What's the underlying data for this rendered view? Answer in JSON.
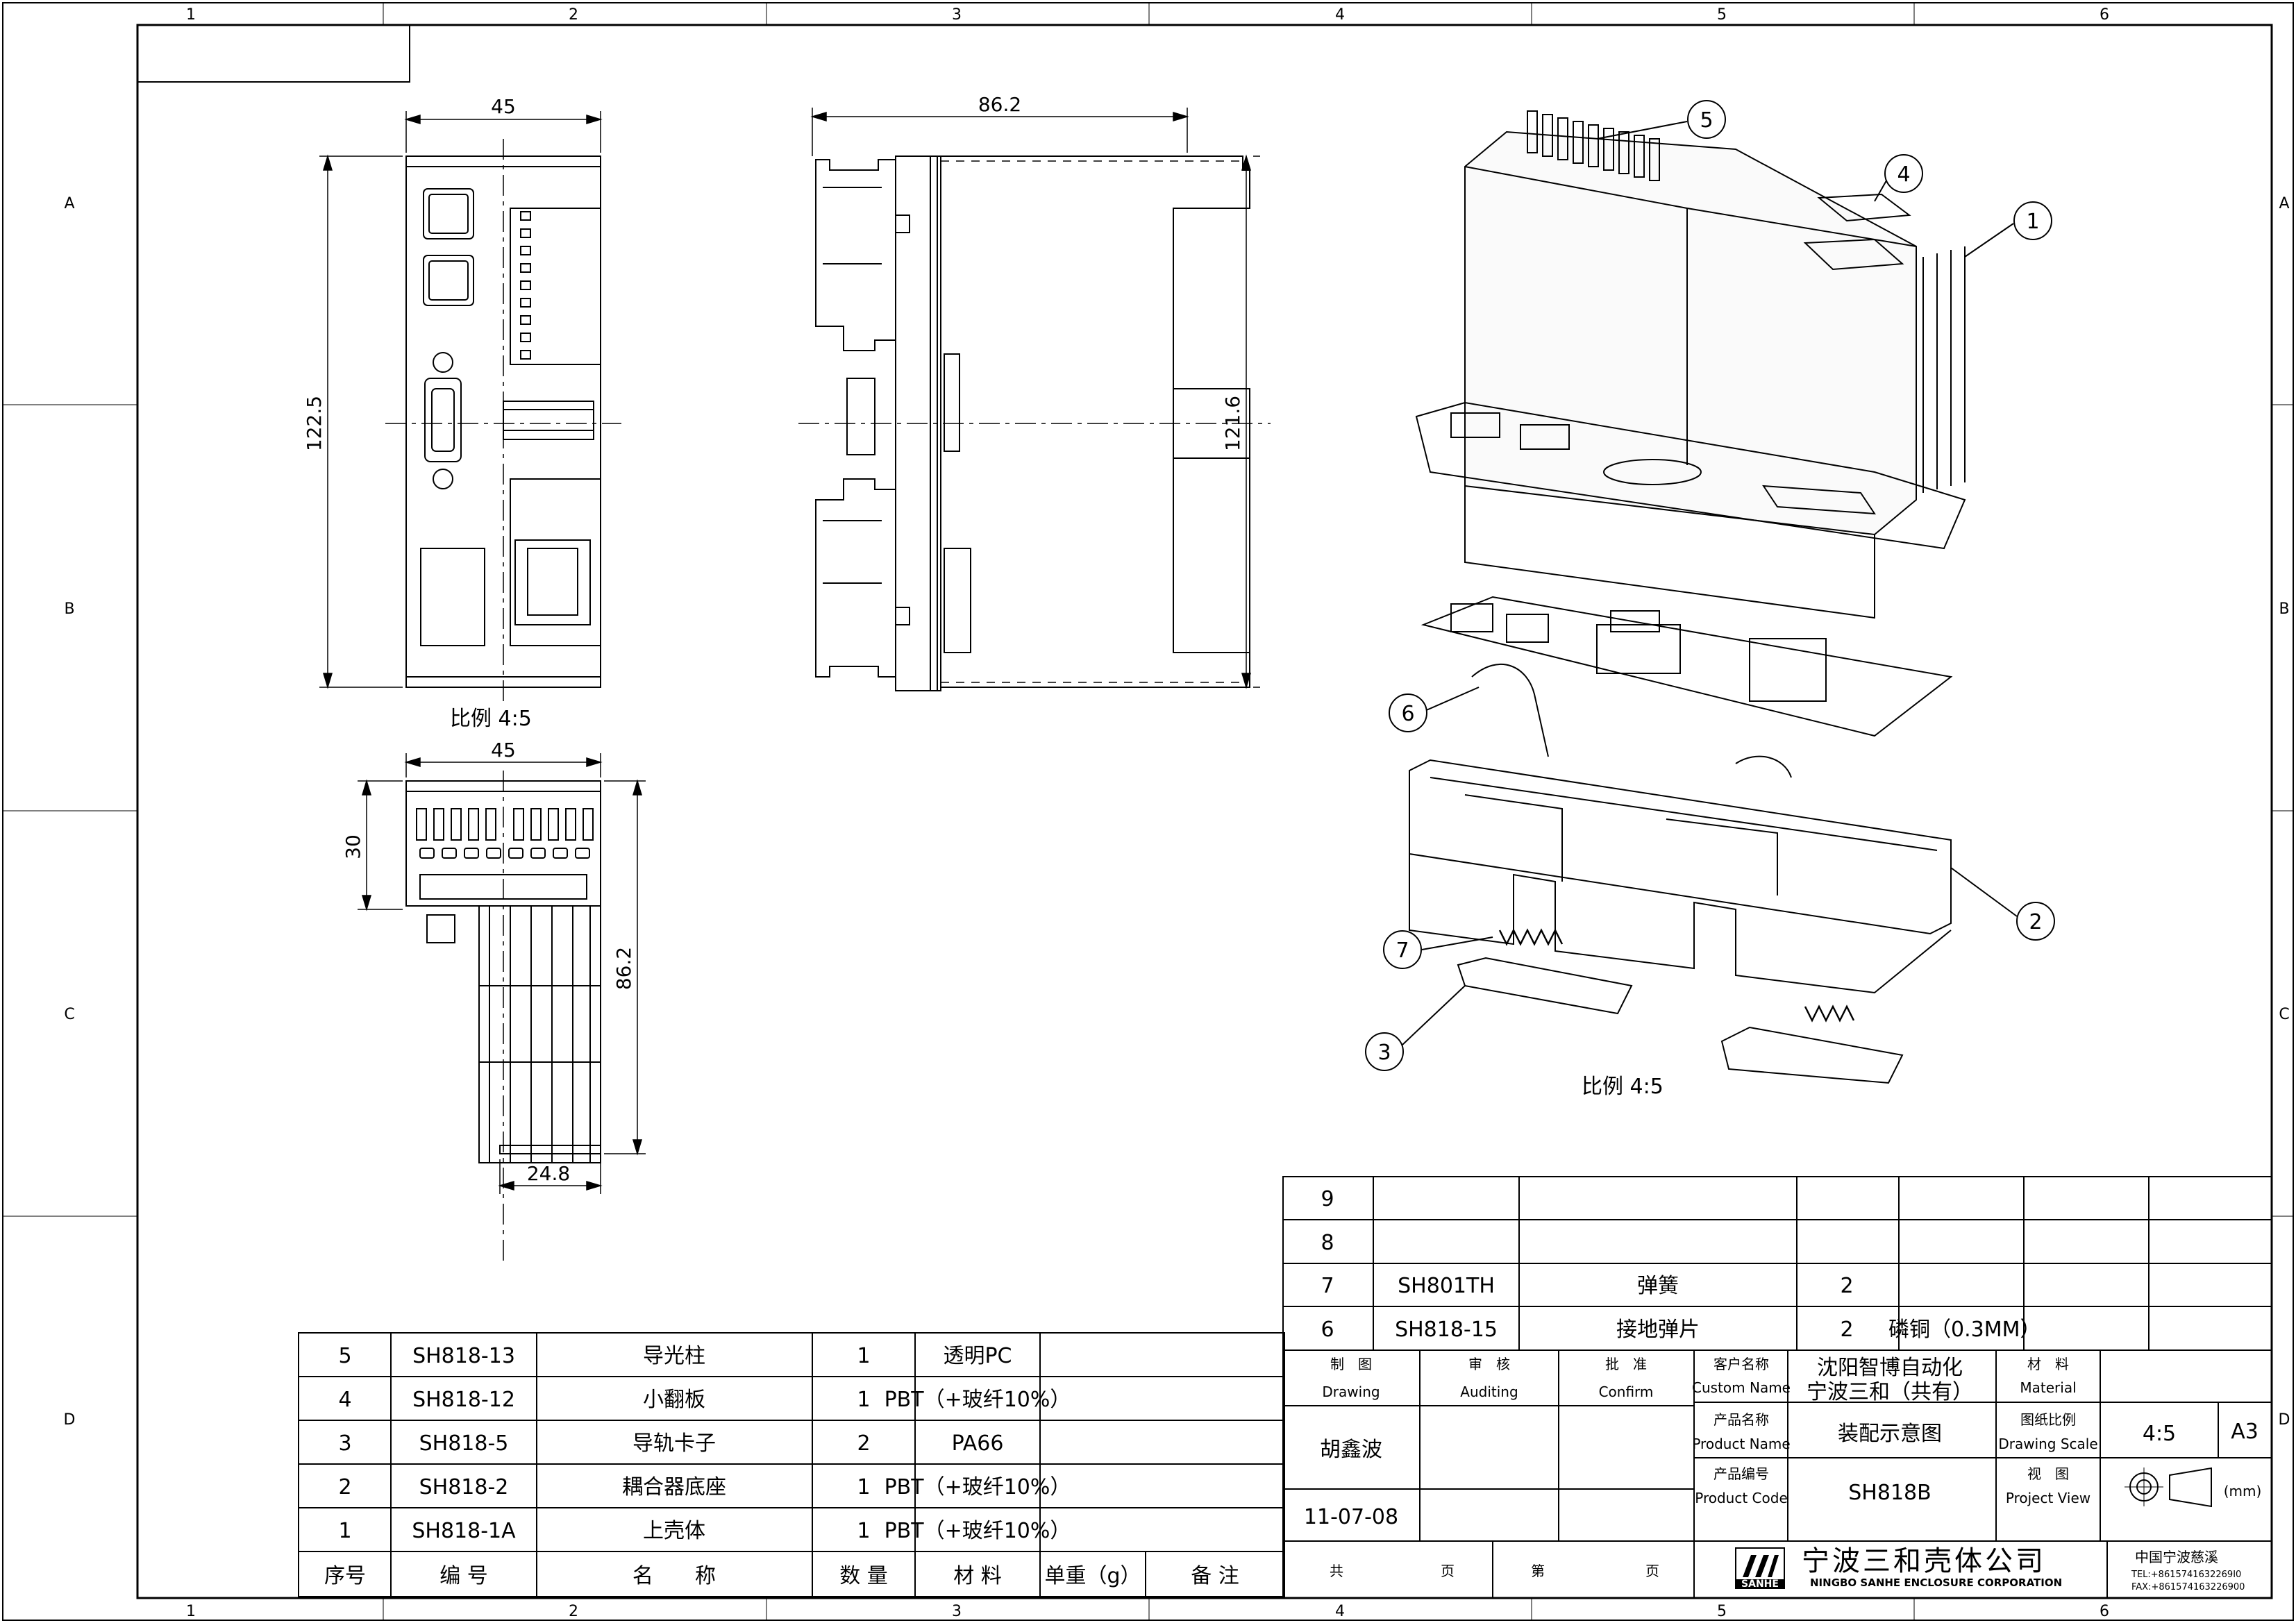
{
  "border": {
    "columns": [
      "1",
      "2",
      "3",
      "4",
      "5",
      "6"
    ],
    "rows": [
      "A",
      "B",
      "C",
      "D"
    ]
  },
  "views": {
    "front": {
      "dim_width": "45",
      "dim_height": "122.5",
      "scale": "比例 4:5"
    },
    "side": {
      "dim_width": "86.2",
      "dim_height": "121.6"
    },
    "top": {
      "dim_width": "45",
      "dim_height_small": "30",
      "dim_depth": "86.2",
      "dim_bottom": "24.8"
    },
    "exploded": {
      "scale": "比例 4:5",
      "balloons": [
        "1",
        "2",
        "3",
        "4",
        "5",
        "6",
        "7"
      ]
    }
  },
  "bom_right": [
    {
      "no": "9",
      "code": "",
      "name": "",
      "qty": "",
      "material": ""
    },
    {
      "no": "8",
      "code": "",
      "name": "",
      "qty": "",
      "material": ""
    },
    {
      "no": "7",
      "code": "SH801TH",
      "name": "弹簧",
      "qty": "2",
      "material": ""
    },
    {
      "no": "6",
      "code": "SH818-15",
      "name": "接地弹片",
      "qty": "2",
      "material": "磷铜（0.3MM）"
    }
  ],
  "bom_left": [
    {
      "no": "5",
      "code": "SH818-13",
      "name": "导光柱",
      "qty": "1",
      "material": "透明PC"
    },
    {
      "no": "4",
      "code": "SH818-12",
      "name": "小翻板",
      "qty": "1",
      "material": "PBT（+玻纤10%）"
    },
    {
      "no": "3",
      "code": "SH818-5",
      "name": "导轨卡子",
      "qty": "2",
      "material": "PA66"
    },
    {
      "no": "2",
      "code": "SH818-2",
      "name": "耦合器底座",
      "qty": "1",
      "material": "PBT（+玻纤10%）"
    },
    {
      "no": "1",
      "code": "SH818-1A",
      "name": "上壳体",
      "qty": "1",
      "material": "PBT（+玻纤10%）"
    }
  ],
  "bom_header": {
    "no": "序号",
    "code": "编 号",
    "name": "名　　称",
    "qty": "数 量",
    "material": "材 料",
    "weight": "单重（g）",
    "remark": "备 注"
  },
  "title_block": {
    "drawing_cn": "制　图",
    "drawing_en": "Drawing",
    "auditing_cn": "审　核",
    "auditing_en": "Auditing",
    "confirm_cn": "批　准",
    "confirm_en": "Confirm",
    "drawer": "胡鑫波",
    "date": "11-07-08",
    "customer_cn": "客户名称",
    "customer_en": "Custom Name",
    "customer_line1": "沈阳智博自动化",
    "customer_line2": "宁波三和（共有）",
    "product_cn": "产品名称",
    "product_en": "Product Name",
    "product_value": "装配示意图",
    "code_cn": "产品编号",
    "code_en": "Product Code",
    "code_value": "SH818B",
    "material_cn": "材　料",
    "material_en": "Material",
    "scale_cn": "图纸比例",
    "scale_en": "Drawing Scale",
    "scale_value": "4:5",
    "sheet_size": "A3",
    "view_cn": "视　图",
    "view_en": "Project View",
    "unit": "(mm)",
    "total": "共",
    "page1": "页",
    "of": "第",
    "page2": "页",
    "company_cn": "宁波三和壳体公司",
    "company_en": "NINGBO SANHE ENCLOSURE CORPORATION",
    "logo_tag": "SANHE",
    "location": "中国宁波慈溪",
    "tel": "TEL:+8615741632269I0",
    "fax": "FAX:+861574163226900"
  }
}
